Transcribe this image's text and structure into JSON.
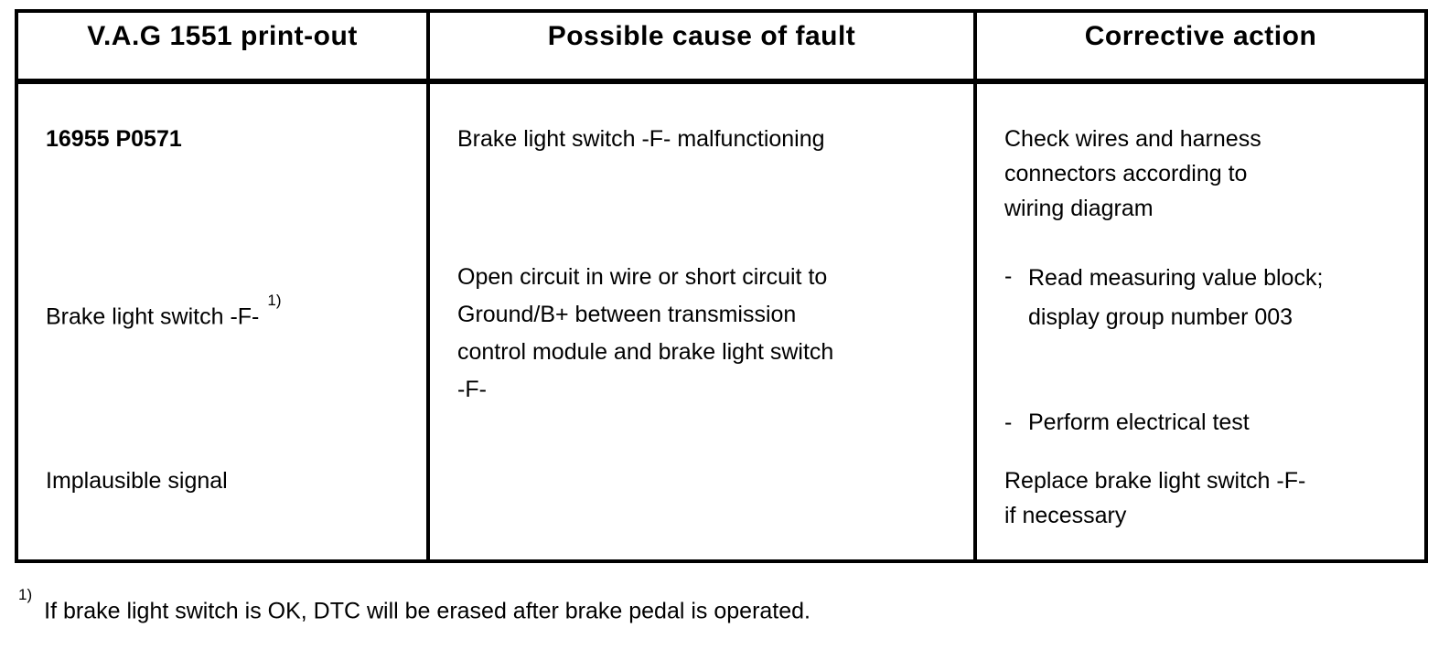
{
  "table": {
    "headers": [
      {
        "label": "V.A.G 1551 print-out"
      },
      {
        "label": "Possible cause of fault"
      },
      {
        "label": "Corrective action"
      }
    ],
    "printout": {
      "dtc_code": "16955 P0571",
      "fault_component": "Brake light switch -F-",
      "fault_footnote_ref": "1)",
      "fault_type": "Implausible signal"
    },
    "cause": {
      "cause_1": "Brake light switch -F- malfunctioning",
      "cause_2": "Open circuit in wire or short circuit to\nGround/B+ between transmission\ncontrol module and brake light switch\n-F-"
    },
    "corrective": {
      "action_check": "Check wires and harness\nconnectors according to\nwiring diagram",
      "action_read_bullet": "-",
      "action_read": "Read measuring value block;\ndisplay group number 003",
      "action_test_bullet": "-",
      "action_test": "Perform electrical test",
      "action_replace": "Replace brake light switch -F-\nif necessary"
    }
  },
  "footnote": {
    "ref": "1)",
    "text": "If brake light switch is OK, DTC will be erased after brake pedal is operated."
  }
}
